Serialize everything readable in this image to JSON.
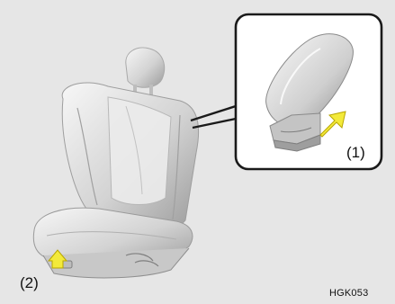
{
  "callouts": {
    "one": "(1)",
    "two": "(2)"
  },
  "figure_code": "HGK053",
  "colors": {
    "background": "#e6e6e6",
    "seat_light": "#f1f1f1",
    "seat_mid": "#c9c9c9",
    "seat_dark": "#8f8f8f",
    "outline": "#1a1a1a",
    "arrow_fill": "#f3ea3a",
    "arrow_stroke": "#b8a600",
    "inset_bg": "#ffffff"
  },
  "icons": [
    "seat-illustration",
    "lumbar-switch-illustration",
    "up-arrow-icon",
    "diagonal-arrow-icon"
  ]
}
